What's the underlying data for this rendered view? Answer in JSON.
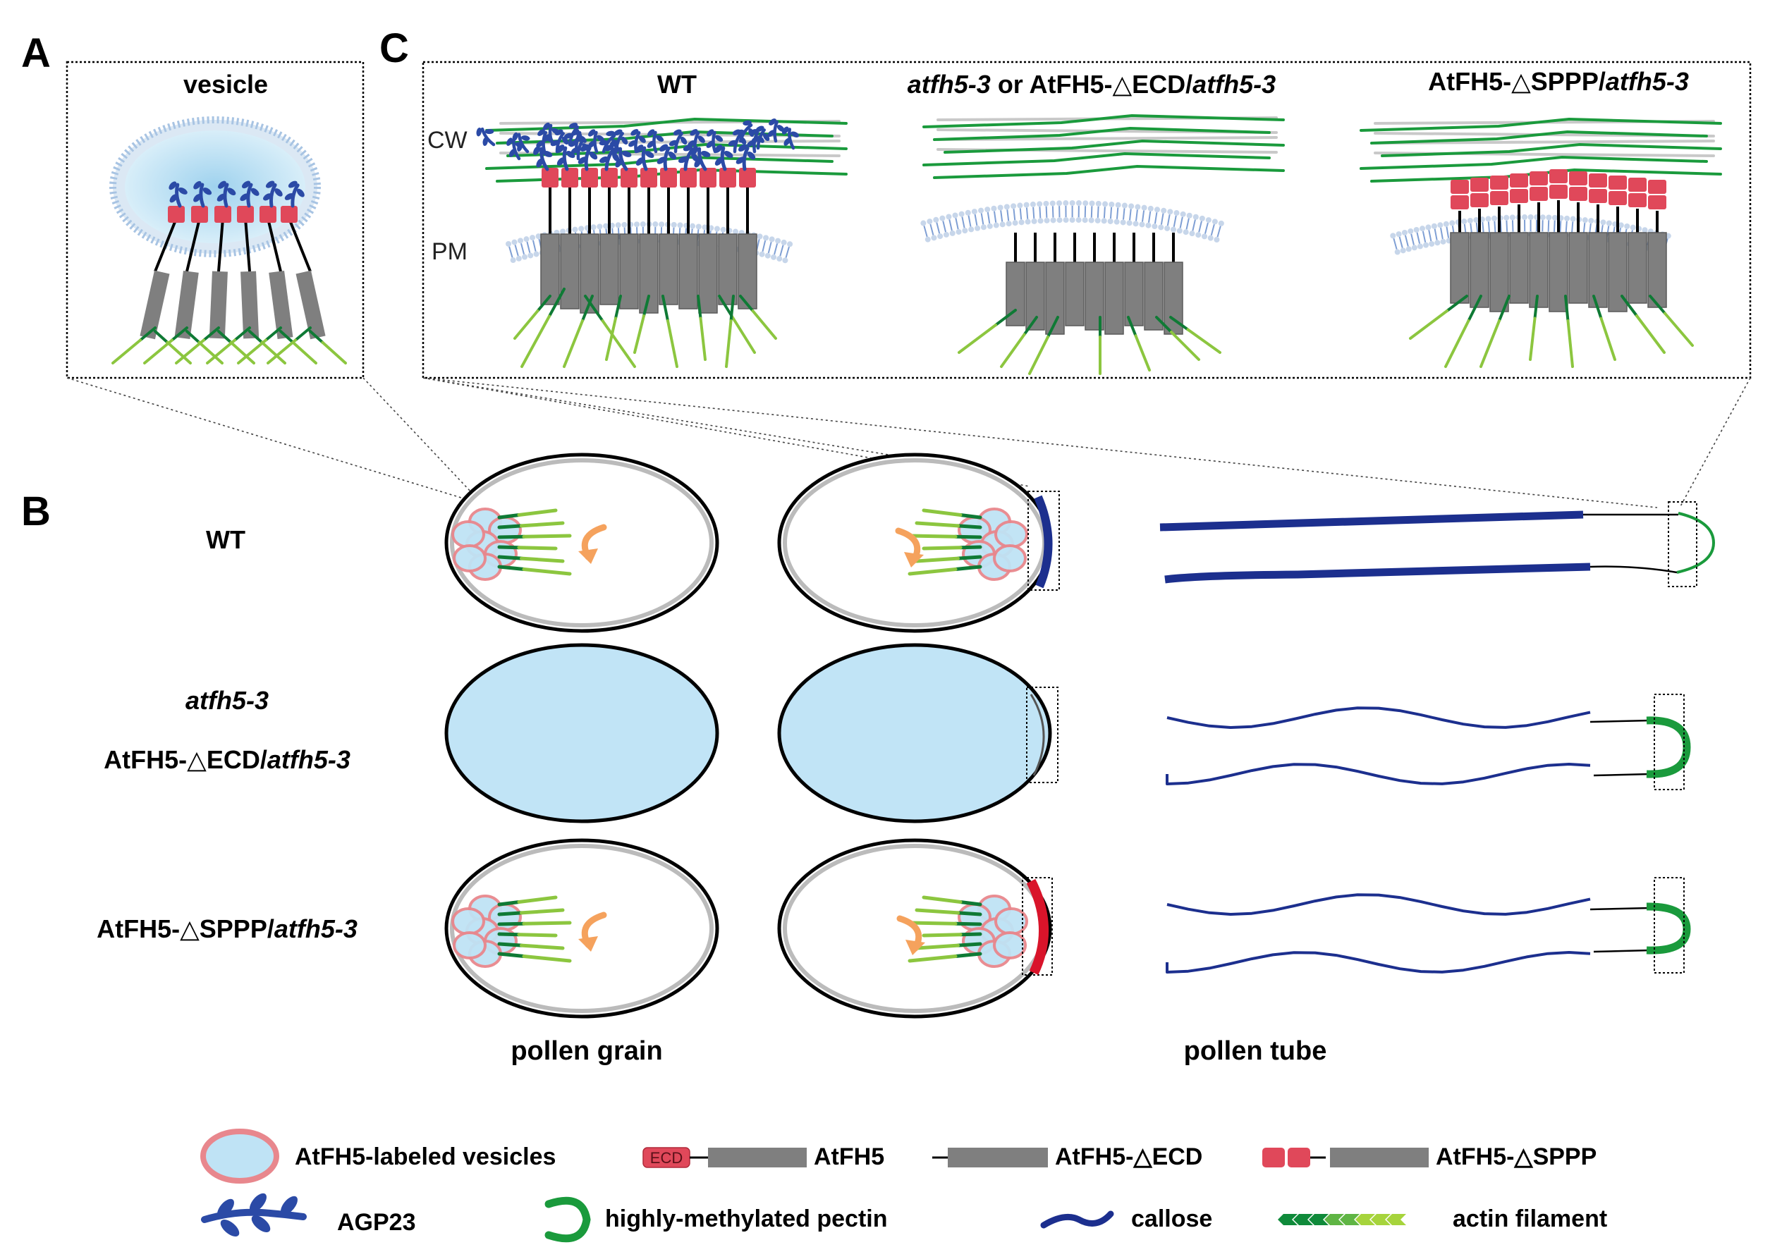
{
  "panels": {
    "a_letter": "A",
    "b_letter": "B",
    "c_letter": "C",
    "a_title": "vesicle",
    "c_titles": {
      "wt": "WT",
      "mid_italic": "atfh5-3",
      "mid_plain": " or AtFH5-",
      "mid_sym": "△",
      "mid_plain2": "ECD/",
      "mid_italic2": "atfh5-3",
      "right_plain": "AtFH5-",
      "right_sym": "△",
      "right_plain2": "SPPP/",
      "right_italic": "atfh5-3"
    },
    "cw_label": "CW",
    "pm_label": "PM"
  },
  "rows": {
    "wt": "WT",
    "mut1": "atfh5-3",
    "mut2_plain": "AtFH5-",
    "mut2_sym": "△",
    "mut2_plain2": "ECD/",
    "mut2_italic": "atfh5-3",
    "mut3_plain": "AtFH5-",
    "mut3_sym": "△",
    "mut3_plain2": "SPPP/",
    "mut3_italic": "atfh5-3"
  },
  "captions": {
    "pollen_grain": "pollen grain",
    "pollen_tube": "pollen tube"
  },
  "legend": {
    "vesicles": "AtFH5-labeled vesicles",
    "ecd_tag": "ECD",
    "atfh5": "AtFH5",
    "atfh5_decd": "AtFH5-△ECD",
    "atfh5_dsppp": "AtFH5-△SPPP",
    "agp23": "AGP23",
    "pectin": "highly-methylated pectin",
    "callose": "callose",
    "actin": "actin filament"
  },
  "colors": {
    "vesicle_fill": "#bfe3f5",
    "vesicle_border": "#e8878d",
    "agp": "#2b4aa6",
    "ecd_red": "#e0485a",
    "protein_gray": "#7f7f7f",
    "pectin_green": "#1a9a3c",
    "callose_blue": "#1c2f8e",
    "actin_light": "#8cc63f",
    "arrow_orange": "#f5a25d",
    "cap_red": "#d9142a"
  }
}
